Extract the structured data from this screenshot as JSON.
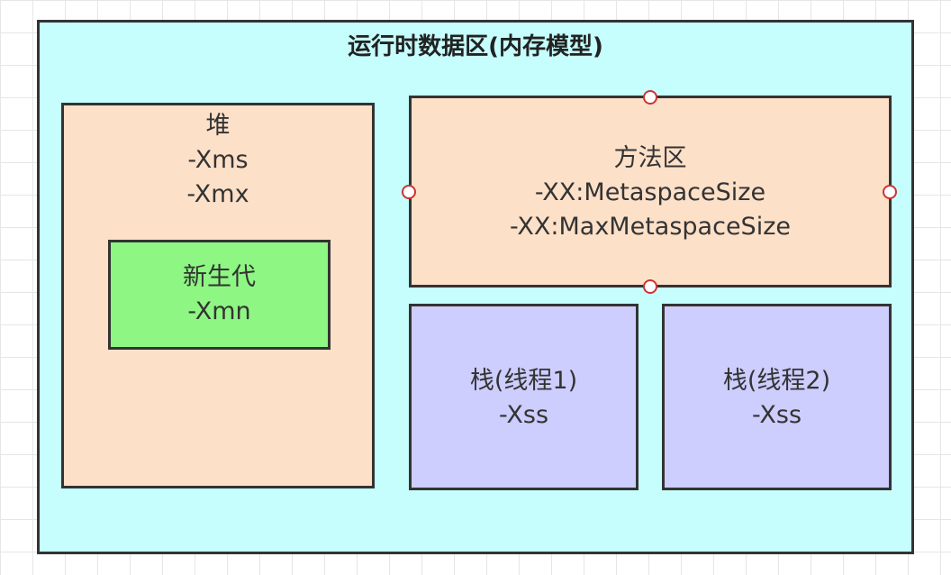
{
  "diagram": {
    "title": "运行时数据区(内存模型)",
    "heap": {
      "label": "堆",
      "param1": "-Xms",
      "param2": "-Xmx"
    },
    "young_gen": {
      "label": "新生代",
      "param": "-Xmn"
    },
    "method_area": {
      "label": "方法区",
      "param1": "-XX:MetaspaceSize",
      "param2": "-XX:MaxMetaspaceSize"
    },
    "stack1": {
      "label": "栈(线程1)",
      "param": "-Xss"
    },
    "stack2": {
      "label": "栈(线程2)",
      "param": "-Xss"
    }
  },
  "colors": {
    "outer_fill": "#c6fdfd",
    "heap_fill": "#fde0c8",
    "young_fill": "#8ef683",
    "method_fill": "#fde0c8",
    "stack_fill": "#cdcdfe",
    "border": "#333333",
    "selection_handle": "#cc3333"
  }
}
